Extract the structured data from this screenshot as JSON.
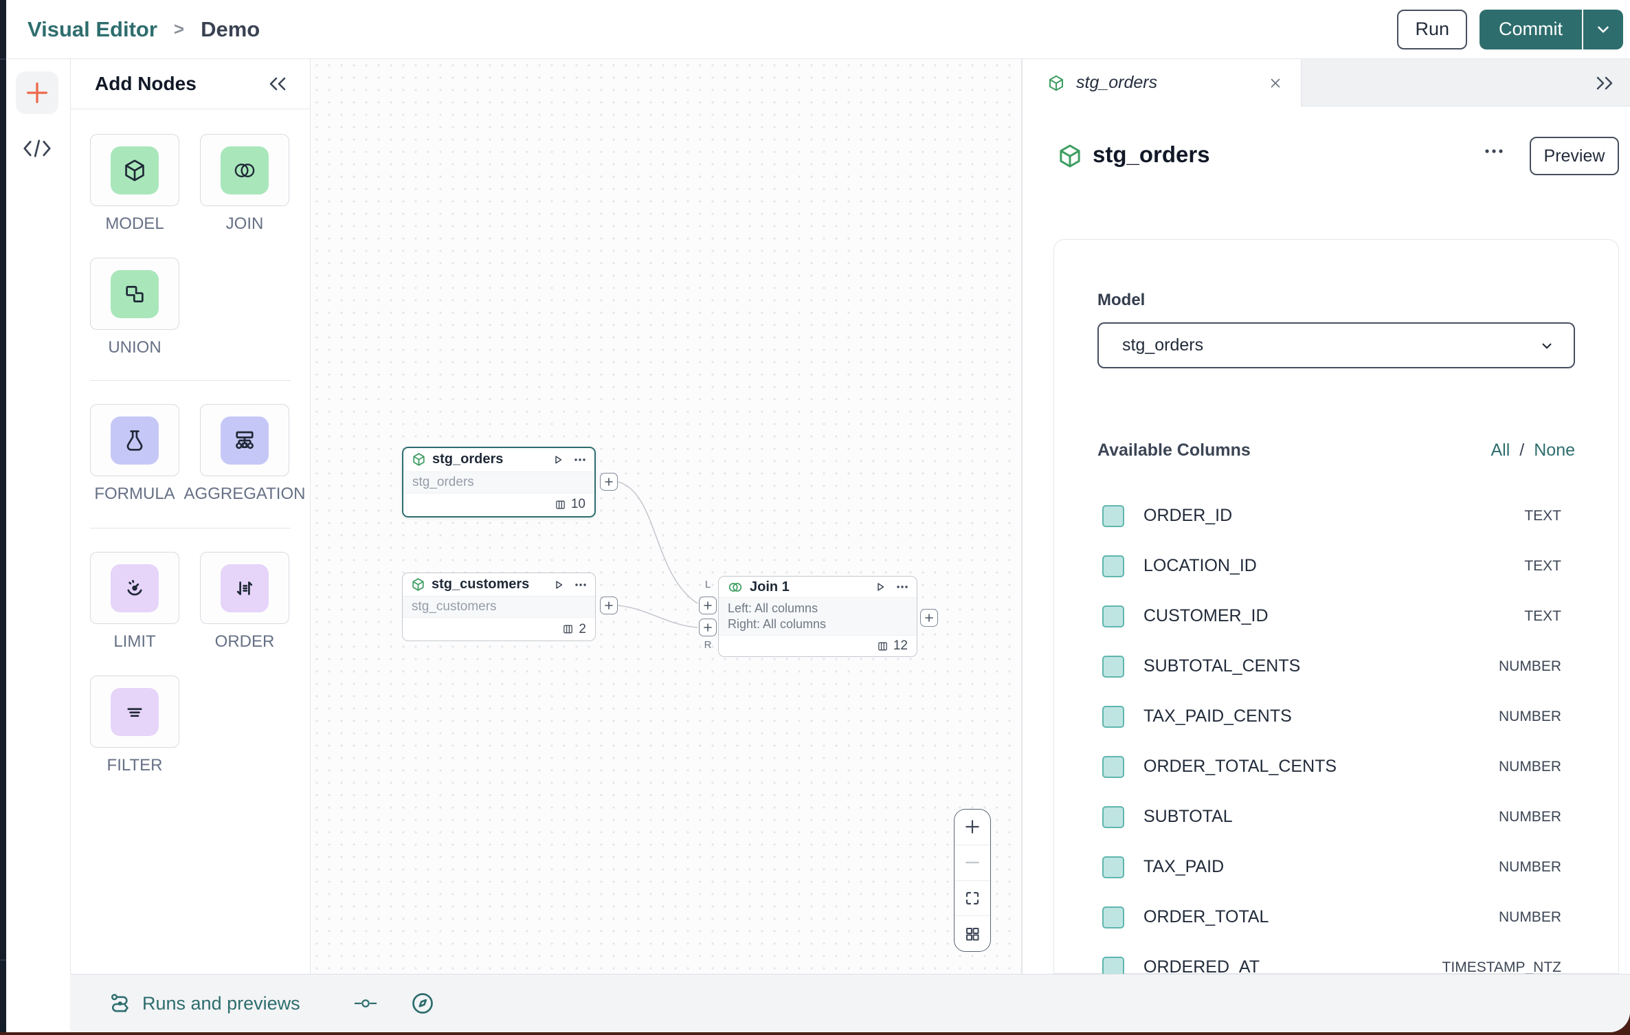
{
  "header": {
    "breadcrumb_app": "Visual Editor",
    "breadcrumb_sep": ">",
    "breadcrumb_page": "Demo",
    "run_label": "Run",
    "commit_label": "Commit"
  },
  "add_nodes": {
    "title": "Add Nodes",
    "items": [
      {
        "label": "MODEL",
        "icon": "model-cube-icon",
        "tint": "#a9e7bb"
      },
      {
        "label": "JOIN",
        "icon": "join-circles-icon",
        "tint": "#a9e7bb"
      },
      {
        "label": "UNION",
        "icon": "union-squares-icon",
        "tint": "#a9e7bb"
      },
      {
        "label": "FORMULA",
        "icon": "flask-icon",
        "tint": "#c5c8f6"
      },
      {
        "label": "AGGREGATION",
        "icon": "sitemap-icon",
        "tint": "#c5c8f6"
      },
      {
        "label": "LIMIT",
        "icon": "gauge-icon",
        "tint": "#e6d4f9"
      },
      {
        "label": "ORDER",
        "icon": "sort-arrows-icon",
        "tint": "#e6d4f9"
      },
      {
        "label": "FILTER",
        "icon": "filter-lines-icon",
        "tint": "#e6d4f9"
      }
    ]
  },
  "canvas": {
    "nodes": {
      "stg_orders": {
        "title": "stg_orders",
        "subtitle": "stg_orders",
        "count": "10"
      },
      "stg_customers": {
        "title": "stg_customers",
        "subtitle": "stg_customers",
        "count": "2"
      },
      "join": {
        "title": "Join 1",
        "left_line": "Left: All columns",
        "right_line": "Right: All columns",
        "count": "12",
        "left_port": "L",
        "right_port": "R"
      }
    }
  },
  "inspector": {
    "tab_title": "stg_orders",
    "title": "stg_orders",
    "preview_label": "Preview",
    "model_label": "Model",
    "model_value": "stg_orders",
    "columns_title": "Available Columns",
    "all_label": "All",
    "slash": "/",
    "none_label": "None",
    "columns": [
      {
        "name": "ORDER_ID",
        "type": "TEXT"
      },
      {
        "name": "LOCATION_ID",
        "type": "TEXT"
      },
      {
        "name": "CUSTOMER_ID",
        "type": "TEXT"
      },
      {
        "name": "SUBTOTAL_CENTS",
        "type": "NUMBER"
      },
      {
        "name": "TAX_PAID_CENTS",
        "type": "NUMBER"
      },
      {
        "name": "ORDER_TOTAL_CENTS",
        "type": "NUMBER"
      },
      {
        "name": "SUBTOTAL",
        "type": "NUMBER"
      },
      {
        "name": "TAX_PAID",
        "type": "NUMBER"
      },
      {
        "name": "ORDER_TOTAL",
        "type": "NUMBER"
      },
      {
        "name": "ORDERED_AT",
        "type": "TIMESTAMP_NTZ"
      }
    ]
  },
  "bottom_bar": {
    "runs_label": "Runs and previews"
  },
  "colors": {
    "accent_teal": "#2e6d6d",
    "accent_orange": "#ec6a4d",
    "tile_green": "#a9e7bb",
    "tile_indigo": "#c5c8f6",
    "tile_purple": "#e6d4f9",
    "checkbox_fill": "#bfe5e2",
    "checkbox_border": "#5fb6ae",
    "node_green_icon": "#3f9e63"
  },
  "icons": [
    "plus-icon",
    "code-icon",
    "collapse-left-icon",
    "expand-right-icon",
    "model-cube-icon",
    "join-circles-icon",
    "union-squares-icon",
    "flask-icon",
    "sitemap-icon",
    "gauge-icon",
    "sort-arrows-icon",
    "filter-lines-icon",
    "play-icon",
    "ellipsis-icon",
    "columns-count-icon",
    "zoom-in-icon",
    "zoom-out-icon",
    "fit-view-icon",
    "grid-icon",
    "close-icon",
    "chevron-down-icon",
    "route-icon",
    "commit-node-icon",
    "compass-icon"
  ]
}
